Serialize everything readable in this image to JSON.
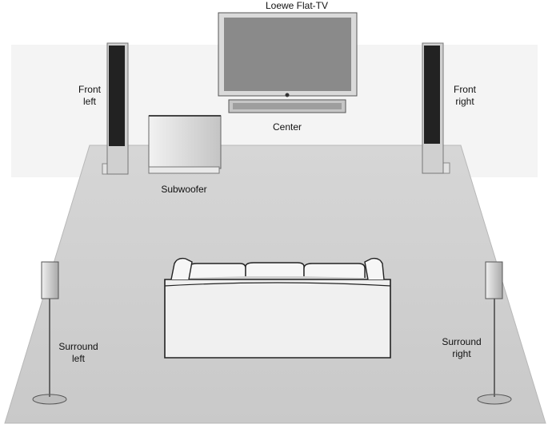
{
  "labels": {
    "tv": "Loewe Flat-TV",
    "center": "Center",
    "front_left": [
      "Front",
      "left"
    ],
    "front_right": [
      "Front",
      "right"
    ],
    "subwoofer": "Subwoofer",
    "surround_left": [
      "Surround",
      "left"
    ],
    "surround_right": [
      "Surround",
      "right"
    ]
  },
  "colors": {
    "floor": "#d0d0d0",
    "wall": "#f4f4f4",
    "speaker_body": "#222222",
    "speaker_frame": "#c8c8c8",
    "tv_screen": "#8a8a8a",
    "tv_frame": "#dadada",
    "sofa": "#f0f0f0"
  },
  "icons": [
    "tv-icon",
    "center-speaker-icon",
    "floor-speaker-icon",
    "subwoofer-icon",
    "satellite-speaker-icon",
    "sofa-icon"
  ]
}
